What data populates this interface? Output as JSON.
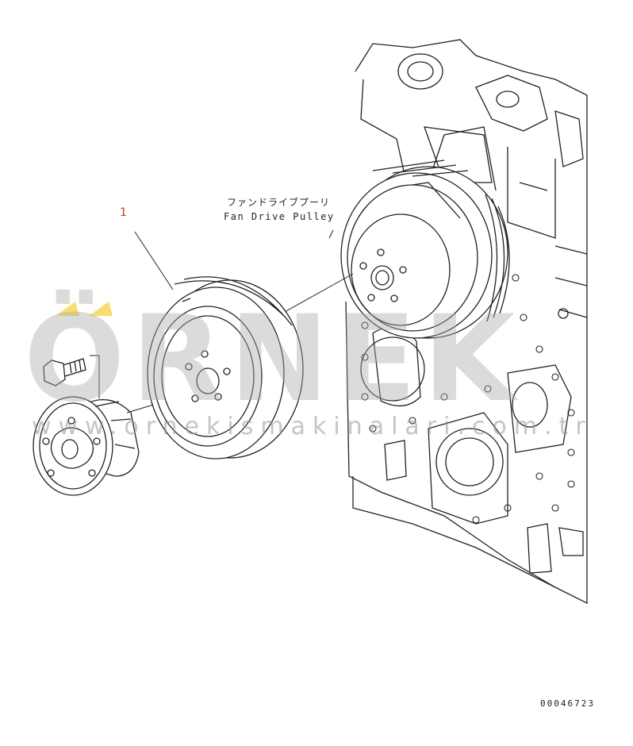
{
  "callout": {
    "part_number": "1"
  },
  "label": {
    "japanese": "ファンドライブプーリ",
    "english": "Fan Drive Pulley"
  },
  "document_code": "00046723",
  "watermark": {
    "brand": "ÖRNEK",
    "url": "www.ornekismakinalari.com.tr",
    "accent_color": "#f5d44a"
  },
  "colors": {
    "line": "#222222",
    "callout": "#d0342c"
  }
}
